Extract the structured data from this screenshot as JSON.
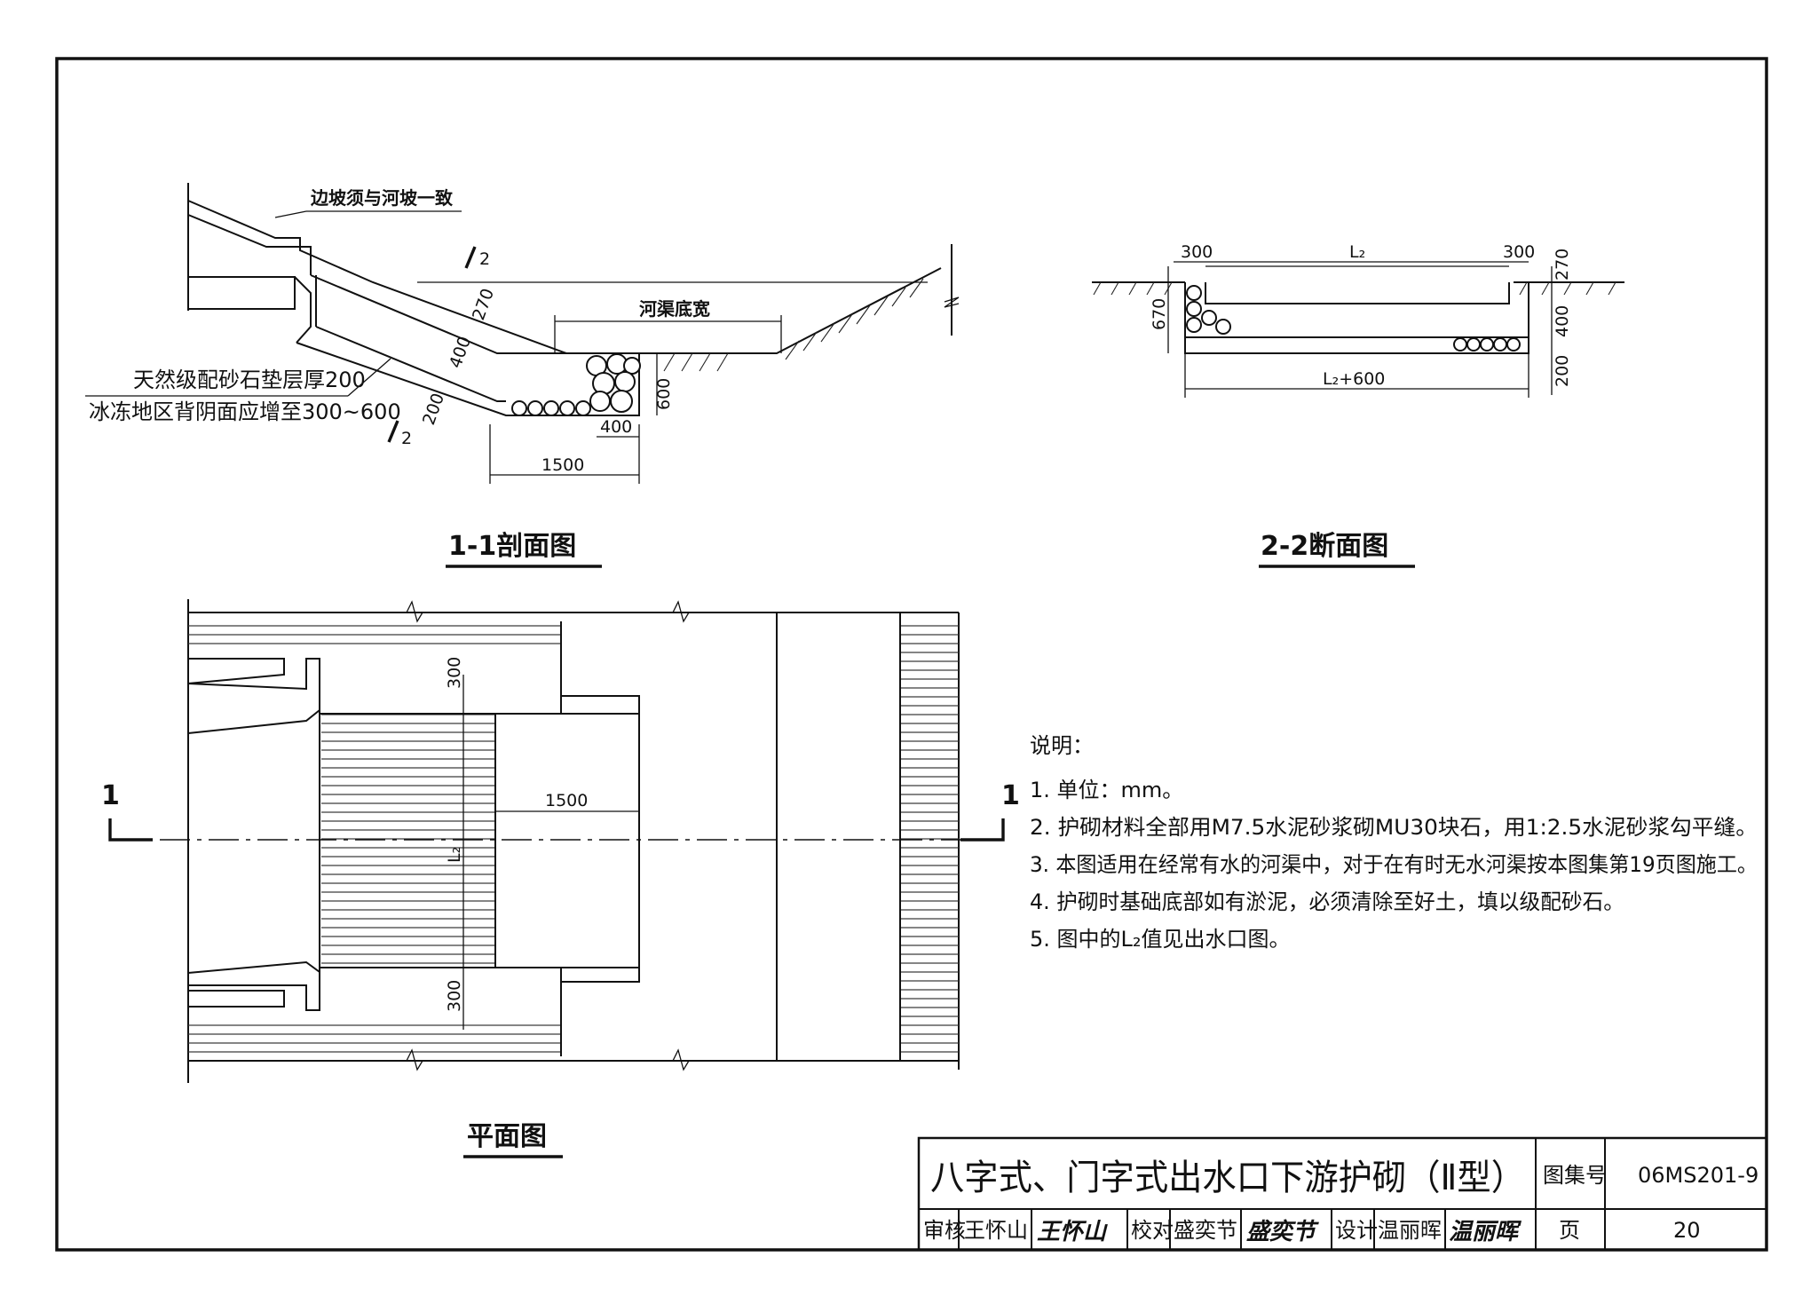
{
  "section_1_1": {
    "title": "1-1剖面图",
    "slope_note": "边坡须与河坡一致",
    "channel_bottom": "河渠底宽",
    "cushion_note_1": "天然级配砂石垫层厚200",
    "cushion_note_2": "冰冻地区背阴面应增至300~600",
    "dims": {
      "d270": "270",
      "d400": "400",
      "d200": "200",
      "d600": "600",
      "d400b": "400",
      "d1500": "1500"
    },
    "cut_label": "2"
  },
  "section_2_2": {
    "title": "2-2断面图",
    "dims": {
      "d300a": "300",
      "l2": "L₂",
      "d300b": "300",
      "d270": "270",
      "d670": "670",
      "d400": "400",
      "d200": "200",
      "l2_600": "L₂+600"
    }
  },
  "plan": {
    "title": "平面图",
    "cut_label": "1",
    "dims": {
      "d300a": "300",
      "d1500": "1500",
      "l2": "L₂",
      "d300b": "300"
    }
  },
  "notes": {
    "heading": "说明：",
    "items": [
      "1. 单位：mm。",
      "2. 护砌材料全部用M7.5水泥砂浆砌MU30块石，用1:2.5水泥砂浆勾平缝。",
      "3. 本图适用在经常有水的河渠中，对于在有时无水河渠按本图集第19页图施工。",
      "4. 护砌时基础底部如有淤泥，必须清除至好土，填以级配砂石。",
      "5. 图中的L₂值见出水口图。"
    ]
  },
  "title_block": {
    "title": "八字式、门字式出水口下游护砌（Ⅱ型）",
    "atlas_label": "图集号",
    "atlas_no": "06MS201-9",
    "review_label": "审核",
    "review_name": "王怀山",
    "review_sig": "王怀山",
    "check_label": "校对",
    "check_name": "盛奕节",
    "check_sig": "盛奕节",
    "design_label": "设计",
    "design_name": "温丽晖",
    "design_sig": "温丽晖",
    "page_label": "页",
    "page_no": "20"
  }
}
